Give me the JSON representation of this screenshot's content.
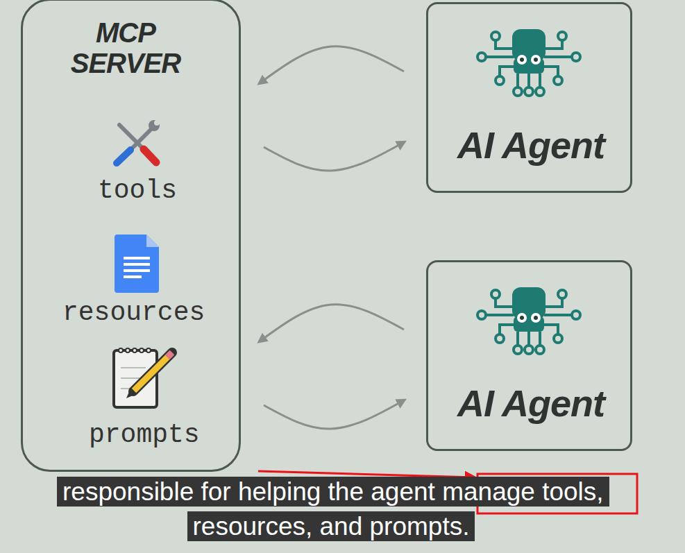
{
  "diagram": {
    "caption": "responsible for helping the agent manage tools, resources, and prompts.",
    "nodes": [
      {
        "text": [
          "MCP SERVER",
          "tools",
          "resources",
          "prompts"
        ]
      },
      {
        "text": [
          "AI Agent"
        ]
      },
      {
        "text": [
          "AI Agent"
        ]
      }
    ],
    "edges": [
      {
        "from": 1,
        "to": 0,
        "arrow": "to"
      },
      {
        "from": 0,
        "to": 1,
        "arrow": "to"
      },
      {
        "from": 2,
        "to": 0,
        "arrow": "to"
      },
      {
        "from": 0,
        "to": 2,
        "arrow": "to"
      }
    ]
  }
}
